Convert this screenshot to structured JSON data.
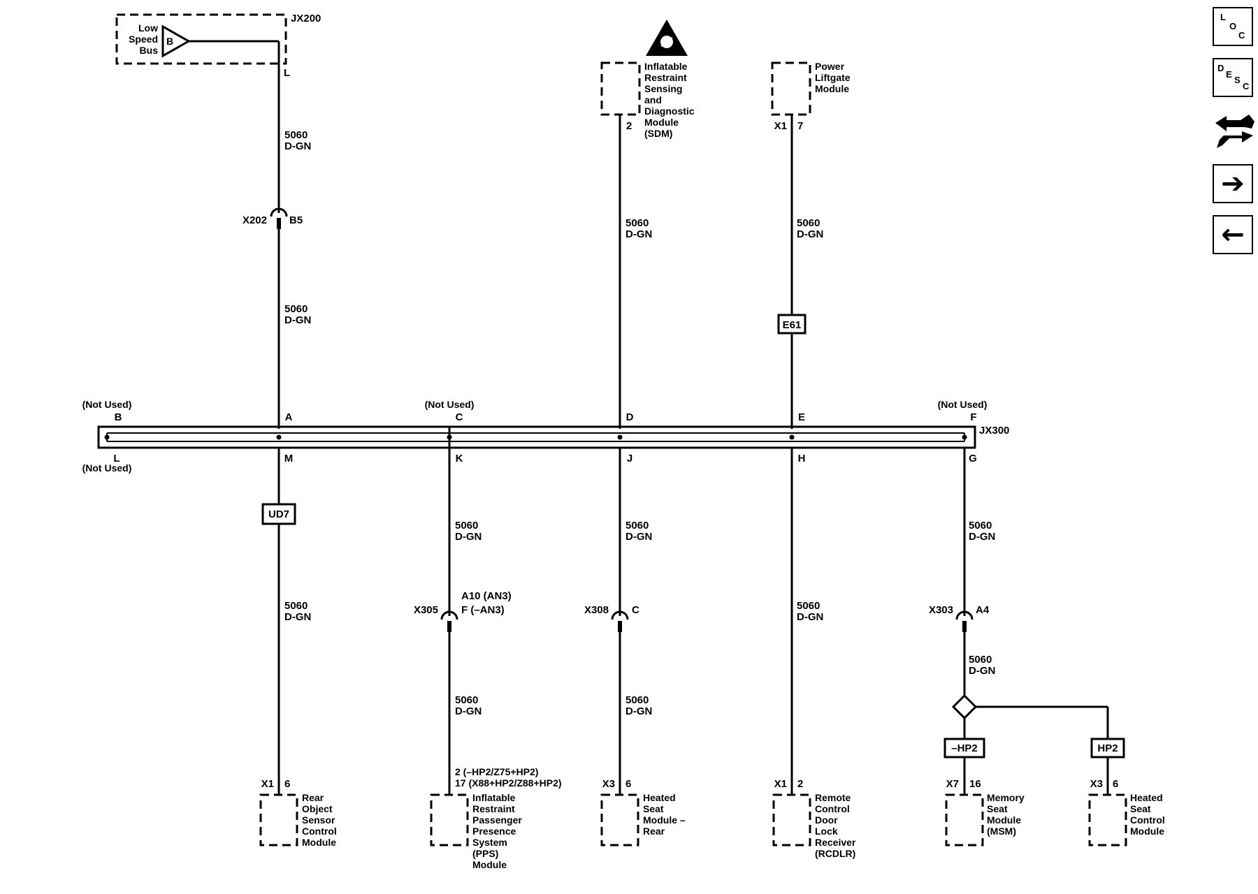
{
  "colors": {
    "ink": "#000000",
    "background": "#ffffff"
  },
  "wire": {
    "circuit": "5060",
    "color": "D-GN"
  },
  "jx200": {
    "name": "JX200",
    "bus_line1": "Low",
    "bus_line2": "Speed",
    "bus_line3": "Bus",
    "bus_letter": "B",
    "pin": "L"
  },
  "x202": {
    "name": "X202",
    "pin": "B5"
  },
  "sdm": {
    "label": [
      "Inflatable",
      "Restraint",
      "Sensing",
      "and",
      "Diagnostic",
      "Module",
      "(SDM)"
    ],
    "pin": "2",
    "icon": "esd-warning-icon"
  },
  "liftgate": {
    "label": [
      "Power",
      "Liftgate",
      "Module"
    ],
    "conn": "X1",
    "pin": "7"
  },
  "options": {
    "e61": "E61",
    "ud7": "UD7",
    "not_hp2": "–HP2",
    "hp2": "HP2"
  },
  "jx300": {
    "name": "JX300",
    "not_used": "(Not Used)",
    "top_pins": [
      "B",
      "A",
      "C",
      "D",
      "E",
      "F"
    ],
    "bottom_pins": [
      "L",
      "M",
      "K",
      "J",
      "H",
      "G"
    ]
  },
  "x305": {
    "name": "X305",
    "pin_line1": "A10 (AN3)",
    "pin_line2": "F (–AN3)"
  },
  "x308": {
    "name": "X308",
    "pin": "C"
  },
  "x303": {
    "name": "X303",
    "pin": "A4"
  },
  "modules": {
    "rear_object": {
      "conn": "X1",
      "pin": "6",
      "label": [
        "Rear",
        "Object",
        "Sensor",
        "Control",
        "Module"
      ]
    },
    "pps": {
      "pin_line1": "2   (–HP2/Z75+HP2)",
      "pin_line2": "17 (X88+HP2/Z88+HP2)",
      "label": [
        "Inflatable",
        "Restraint",
        "Passenger",
        "Presence",
        "System",
        "(PPS)",
        "Module"
      ]
    },
    "heated_seat_rear": {
      "conn": "X3",
      "pin": "6",
      "label": [
        "Heated",
        "Seat",
        "Module –",
        "Rear"
      ]
    },
    "rcdlr": {
      "conn": "X1",
      "pin": "2",
      "label": [
        "Remote",
        "Control",
        "Door",
        "Lock",
        "Receiver",
        "(RCDLR)"
      ]
    },
    "msm": {
      "conn": "X7",
      "pin": "16",
      "label": [
        "Memory",
        "Seat",
        "Module",
        "(MSM)"
      ]
    },
    "heated_seat_ctrl": {
      "conn": "X3",
      "pin": "6",
      "label": [
        "Heated",
        "Seat",
        "Control",
        "Module"
      ]
    }
  },
  "nav": {
    "loc": {
      "l": "L",
      "o": "O",
      "c": "C",
      "icon": "location-view-icon"
    },
    "desc": {
      "d": "D",
      "e": "E",
      "s": "S",
      "c": "C",
      "icon": "description-view-icon"
    },
    "connector_icon": "connector-end-view-icon",
    "next_icon": "arrow-right-icon",
    "prev_icon": "arrow-left-icon",
    "next_glyph": "➔",
    "prev_glyph": "←"
  }
}
